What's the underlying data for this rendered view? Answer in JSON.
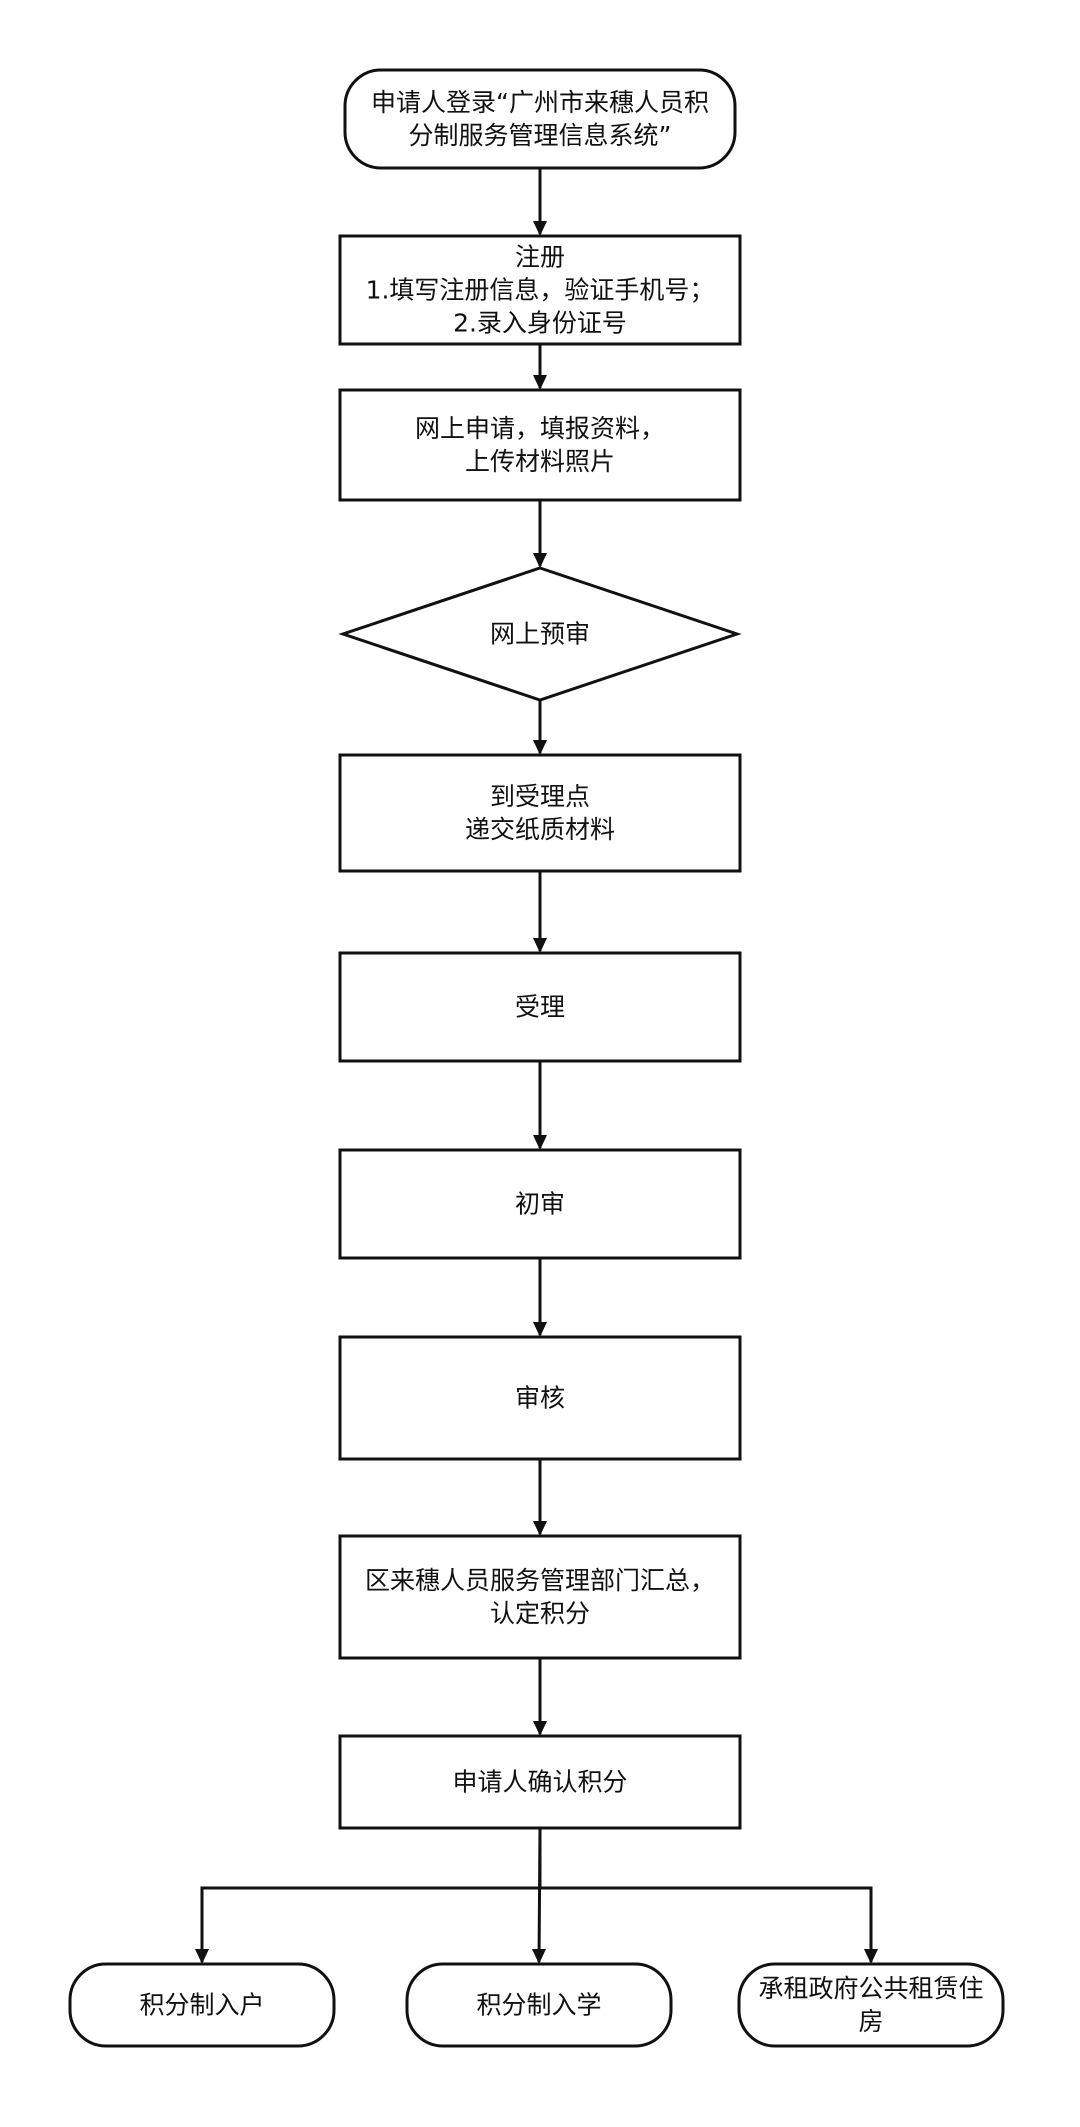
{
  "flowchart": {
    "nodes": [
      {
        "id": "login",
        "shape": "rounded",
        "lines": [
          "申请人登录“广州市来穗人员积",
          "分制服务管理信息系统”"
        ]
      },
      {
        "id": "register",
        "shape": "rect",
        "lines": [
          "注册",
          "1.填写注册信息，验证手机号；",
          "2.录入身份证号"
        ]
      },
      {
        "id": "apply-online",
        "shape": "rect",
        "lines": [
          "网上申请，填报资料，",
          "上传材料照片"
        ]
      },
      {
        "id": "pre-review",
        "shape": "diamond",
        "lines": [
          "网上预审"
        ]
      },
      {
        "id": "submit-paper",
        "shape": "rect",
        "lines": [
          "到受理点",
          "递交纸质材料"
        ]
      },
      {
        "id": "accept",
        "shape": "rect",
        "lines": [
          "受理"
        ]
      },
      {
        "id": "first-review",
        "shape": "rect",
        "lines": [
          "初审"
        ]
      },
      {
        "id": "audit",
        "shape": "rect",
        "lines": [
          "审核"
        ]
      },
      {
        "id": "summary",
        "shape": "rect",
        "lines": [
          "区来穗人员服务管理部门汇总，",
          "认定积分"
        ]
      },
      {
        "id": "confirm",
        "shape": "rect",
        "lines": [
          "申请人确认积分"
        ]
      },
      {
        "id": "outcome-hukou",
        "shape": "rounded",
        "lines": [
          "积分制入户"
        ]
      },
      {
        "id": "outcome-school",
        "shape": "rounded",
        "lines": [
          "积分制入学"
        ]
      },
      {
        "id": "outcome-housing",
        "shape": "rounded",
        "lines": [
          "承租政府公共租赁住",
          "房"
        ]
      }
    ],
    "edges": [
      {
        "from": "login",
        "to": "register"
      },
      {
        "from": "register",
        "to": "apply-online"
      },
      {
        "from": "apply-online",
        "to": "pre-review"
      },
      {
        "from": "pre-review",
        "to": "submit-paper"
      },
      {
        "from": "submit-paper",
        "to": "accept"
      },
      {
        "from": "accept",
        "to": "first-review"
      },
      {
        "from": "first-review",
        "to": "audit"
      },
      {
        "from": "audit",
        "to": "summary"
      },
      {
        "from": "summary",
        "to": "confirm"
      },
      {
        "from": "confirm",
        "to": "outcome-hukou"
      },
      {
        "from": "confirm",
        "to": "outcome-school"
      },
      {
        "from": "confirm",
        "to": "outcome-housing"
      }
    ]
  }
}
